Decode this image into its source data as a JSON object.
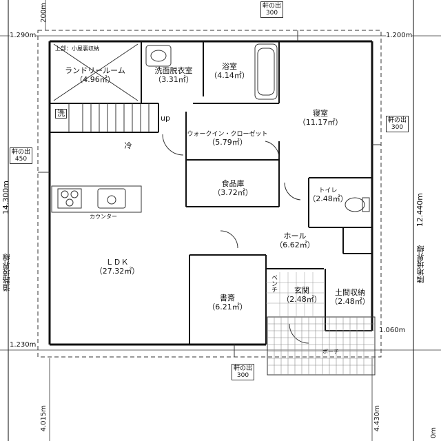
{
  "rooms": {
    "laundry": {
      "name": "ランドリールーム",
      "area": "（4.96㎡）"
    },
    "upper_note": "上部：小屋裏収納",
    "washroom": {
      "name": "洗面脱衣室",
      "area": "（3.31㎡）"
    },
    "bath": {
      "name": "浴室",
      "area": "（4.14㎡）"
    },
    "bedroom": {
      "name": "寝室",
      "area": "（11.17㎡）"
    },
    "wic": {
      "name": "ウォークイン・クローゼット",
      "area": "（5.79㎡）"
    },
    "pantry": {
      "name": "食品庫",
      "area": "（3.72㎡）"
    },
    "toilet": {
      "name": "トイレ",
      "area": "（2.48㎡）"
    },
    "hall": {
      "name": "ホール",
      "area": "（6.62㎡）"
    },
    "ldk": {
      "name": "ＬＤＫ",
      "area": "（27.32㎡）"
    },
    "study": {
      "name": "書斎",
      "area": "（6.21㎡）"
    },
    "entrance": {
      "name": "玄関",
      "area": "（2.48㎡）"
    },
    "shoe_storage": {
      "name": "土間収納",
      "area": "（2.48㎡）"
    },
    "porch": {
      "name": "ポーチ"
    }
  },
  "fixtures": {
    "wash": "洗",
    "up": "up",
    "fridge": "冷",
    "counter": "カウンター",
    "bench": "ベンチ"
  },
  "eaves": {
    "top": {
      "label": "軒の出",
      "value": "300"
    },
    "right": {
      "label": "軒の出",
      "value": "300"
    },
    "left": {
      "label": "軒の出",
      "value": "450"
    },
    "bottom": {
      "label": "軒の出",
      "value": "300"
    }
  },
  "dimensions": {
    "top_left": "1.290m",
    "top_right": "1.200m",
    "top_margin": "200m",
    "bottom_left": "1.230m",
    "bottom_right": "1.060m",
    "bottom_left_vertical": "4.015m",
    "bottom_right_vertical": "4.430m",
    "left_vertical": "14.300m",
    "right_vertical": "12.440m",
    "corner_fragment": "0m"
  },
  "boundaries": {
    "left": "道路境界線",
    "right": "隣地境界線"
  }
}
